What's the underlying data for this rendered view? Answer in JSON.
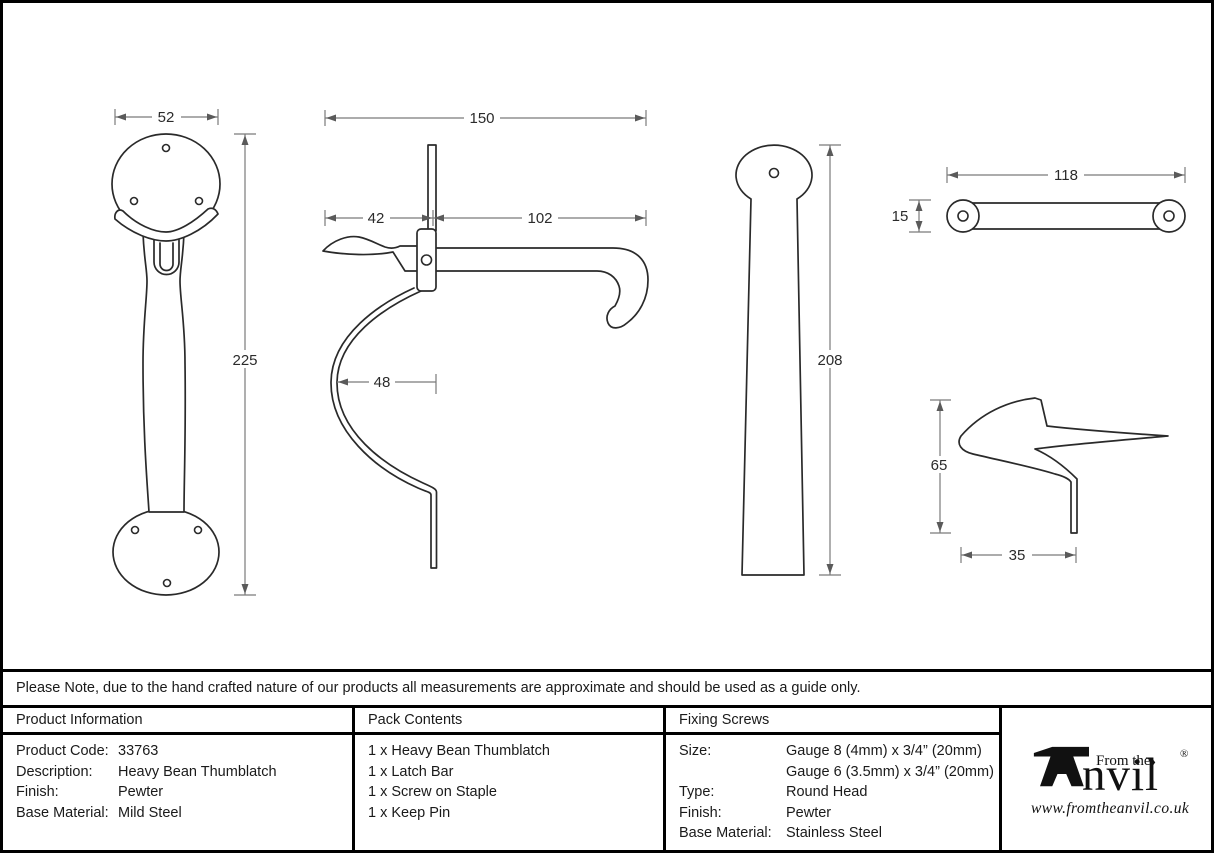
{
  "note": "Please Note, due to the hand crafted nature of our products all measurements are approximate and should be used as a guide only.",
  "dimensions": {
    "thumblatch_width": "52",
    "thumblatch_height": "225",
    "latch_total": "150",
    "latch_left": "42",
    "latch_right": "102",
    "latch_curve": "48",
    "bar_height": "208",
    "plate_width": "118",
    "plate_height": "15",
    "keep_height": "65",
    "keep_width": "35"
  },
  "tables": {
    "product_information": {
      "title": "Product Information",
      "rows": [
        {
          "label": "Product Code:",
          "value": "33763"
        },
        {
          "label": "Description:",
          "value": "Heavy Bean Thumblatch"
        },
        {
          "label": "Finish:",
          "value": "Pewter"
        },
        {
          "label": "Base Material:",
          "value": "Mild Steel"
        }
      ]
    },
    "pack_contents": {
      "title": "Pack Contents",
      "items": [
        "1 x Heavy Bean Thumblatch",
        "1 x Latch Bar",
        "1 x Screw on Staple",
        "1 x Keep Pin"
      ]
    },
    "fixing_screws": {
      "title": "Fixing Screws",
      "rows": [
        {
          "label": "Size:",
          "value": "Gauge 8 (4mm) x 3/4” (20mm)"
        },
        {
          "label": "",
          "value": "Gauge 6 (3.5mm) x 3/4” (20mm)"
        },
        {
          "label": "Type:",
          "value": "Round Head"
        },
        {
          "label": "Finish:",
          "value": "Pewter"
        },
        {
          "label": "Base Material:",
          "value": "Stainless Steel"
        }
      ]
    }
  },
  "logo": {
    "icon": "anvil-icon",
    "tagline": "From the",
    "diamond": "♦",
    "name_rest": "nvil",
    "registered": "®",
    "website": "www.fromtheanvil.co.uk"
  },
  "colors": {
    "ink": "#1a1a1a",
    "dim_line": "#7a7a7a"
  }
}
